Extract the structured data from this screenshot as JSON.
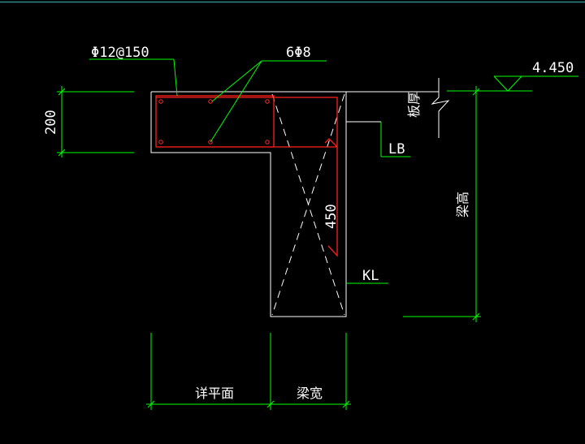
{
  "colors": {
    "background": "#000000",
    "dimension": "#00ff00",
    "outline": "#ffffff",
    "rebar": "#ff2020",
    "top_border": "#2e8b8b"
  },
  "labels": {
    "slab_rebar": "Φ12@150",
    "beam_rebar": "6Φ8",
    "elevation": "4.450",
    "slab_thickness_dim": "200",
    "slab_thickness_label": "板厚",
    "slab_code": "LB",
    "beam_depth_label": "梁高",
    "beam_code": "KL",
    "beam_depth_dim": "450",
    "detail_plan_label": "详平面",
    "beam_width_label": "梁宽"
  }
}
